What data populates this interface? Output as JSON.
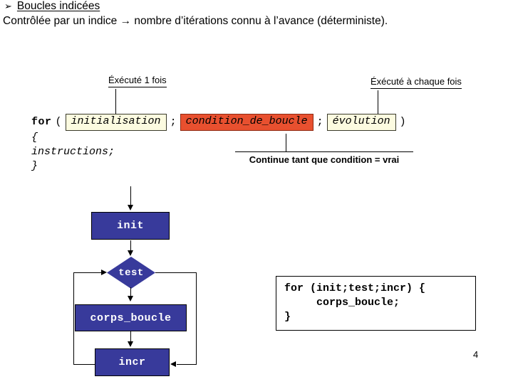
{
  "header": {
    "bullet_icon": "➢",
    "title": "Boucles indicées",
    "subtitle": "Contrôlée par un indice → nombre d’itérations connu à l’avance (déterministe)."
  },
  "callouts": {
    "executed_once": "Éxécuté 1 fois",
    "executed_each_time": "Éxécuté à chaque fois",
    "continue_condition": "Continue tant que condition = vrai"
  },
  "signature": {
    "keyword": "for",
    "paren_open": "(",
    "init_slot": "initialisation",
    "sep1": ";",
    "condition_slot": "condition_de_boucle",
    "sep2": ";",
    "evolution_slot": "évolution",
    "paren_close": ")"
  },
  "loop_body": "{\ninstructions;\n}",
  "flowchart": {
    "init": "init",
    "test": "test",
    "corps_boucle": "corps_boucle",
    "incr": "incr"
  },
  "code_example": "for (init;test;incr) {\n     corps_boucle;\n}",
  "page_number": "4",
  "colors": {
    "slot_yellow_fill": "#FCFBE0",
    "slot_red_fill": "#E8502F",
    "slot_red_border": "#8E2B14",
    "node_blue": "#383A9B",
    "text_black": "#000000",
    "node_text": "#FFFFFF"
  }
}
